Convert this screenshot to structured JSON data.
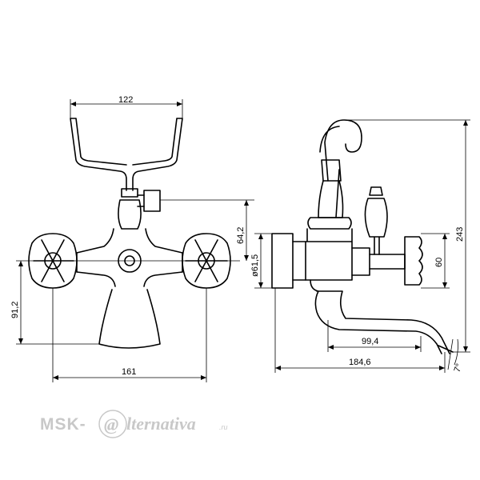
{
  "front_view": {
    "dim_width_top": "122",
    "dim_height_upper": "64,2",
    "dim_height_lower": "91,2",
    "dim_width_bottom": "161"
  },
  "side_view": {
    "dim_diameter": "ø61,5",
    "dim_spout": "99,4",
    "dim_depth": "184,6",
    "dim_handle": "60",
    "dim_total_height": "243",
    "dim_angle": "7°"
  },
  "watermark": {
    "brand_prefix": "MSK-",
    "brand_at": "@",
    "brand_script": "lternativa",
    "brand_domain": ".ru"
  }
}
